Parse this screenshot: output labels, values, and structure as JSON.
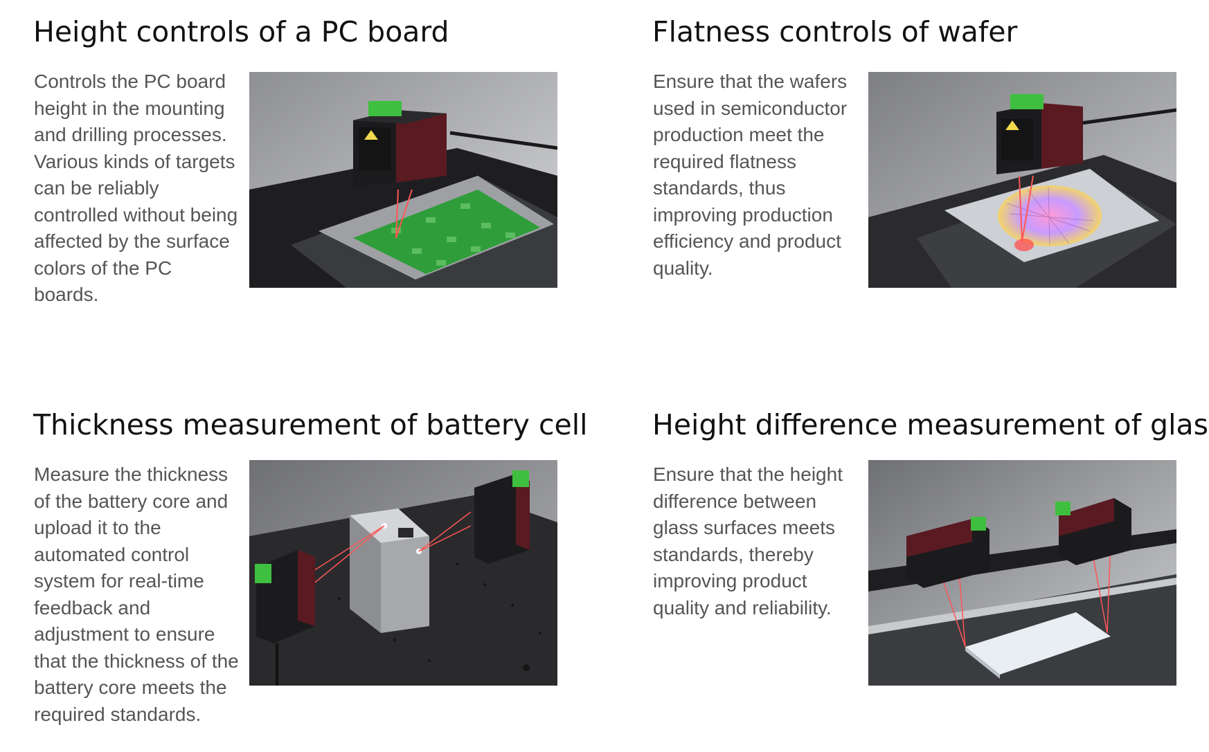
{
  "applications": [
    {
      "title": "Height controls of a PC board",
      "description": "Controls the PC board height in the mounting and drilling processes. Various kinds of targets can be reliably controlled without being affected by the surface colors of the PC boards.",
      "image_icon": "pcb-laser-sensor-image"
    },
    {
      "title": "Flatness controls of wafer",
      "description": "Ensure that the wafers used in semiconductor production meet the required flatness standards, thus improving production efficiency and product quality.",
      "image_icon": "wafer-laser-sensor-image"
    },
    {
      "title": "Thickness measurement of battery cell",
      "description": "Measure the thickness of the battery core and upload it to the automated control system for real-time feedback and adjustment to ensure that the thickness of the battery core meets the required standards.",
      "image_icon": "battery-laser-sensor-image"
    },
    {
      "title": "Height difference measurement of glass",
      "description": "Ensure that the height difference between glass surfaces meets standards, thereby improving product quality and reliability.",
      "image_icon": "glass-laser-sensor-image"
    }
  ],
  "colors": {
    "sensor_body": "#5a1a22",
    "sensor_top": "#3fbf3f",
    "laser": "#ff5555",
    "pcb_green": "#2f9e3a",
    "machine_dark": "#2b2b2e"
  }
}
